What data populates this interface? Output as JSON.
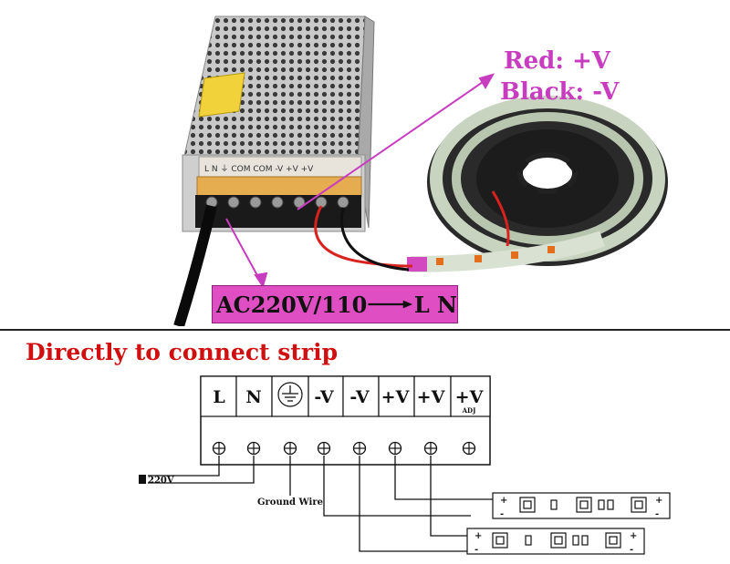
{
  "photo": {
    "label_red": "Red: +V",
    "label_black": "Black: -V",
    "ac_label": "AC220V/110",
    "ac_target": "L N",
    "terminal_strip_text": "L  N  ⏚  COM COM  -V  +V  +V"
  },
  "diagram": {
    "title": "Directly to connect strip",
    "terminals": [
      "L",
      "N",
      "",
      "-V",
      "-V",
      "+V",
      "+V",
      "+V"
    ],
    "adj_label": "ADJ",
    "input_label": "220V",
    "ground_label": "Ground Wire",
    "strip_plus": "+",
    "strip_minus": "-"
  },
  "colors": {
    "title_red": "#d01010",
    "magenta": "#c83cc0",
    "ac_box": "#e04ec4",
    "wire": "#111111"
  }
}
